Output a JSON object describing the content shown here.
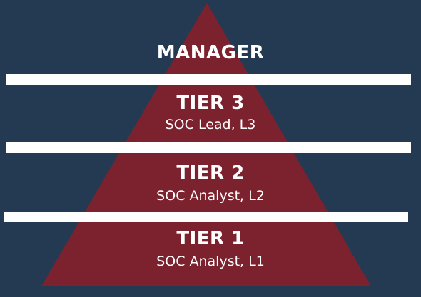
{
  "colors": {
    "background": "#243a52",
    "pyramid": "#7c222e",
    "divider": "#ffffff",
    "text": "#ffffff"
  },
  "levels": [
    {
      "title": "MANAGER",
      "subtitle": ""
    },
    {
      "title": "TIER 3",
      "subtitle": "SOC Lead, L3"
    },
    {
      "title": "TIER 2",
      "subtitle": "SOC Analyst, L2"
    },
    {
      "title": "TIER 1",
      "subtitle": "SOC Analyst, L1"
    }
  ]
}
